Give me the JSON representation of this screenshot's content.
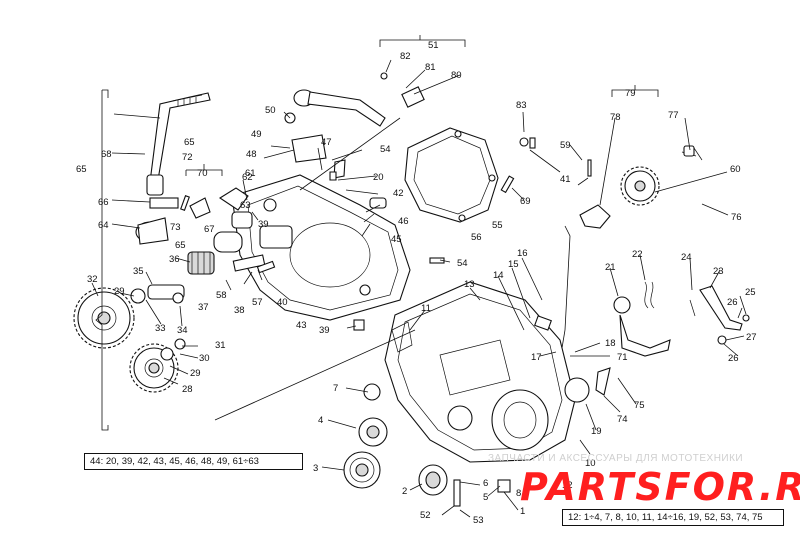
{
  "labels": {
    "l1": "1",
    "l2": "2",
    "l3": "3",
    "l4": "4",
    "l5": "5",
    "l6": "6",
    "l7": "7",
    "l8": "8",
    "l10": "10",
    "l11": "11",
    "l12": "12",
    "l13": "13",
    "l14": "14",
    "l15": "15",
    "l16": "16",
    "l17": "17",
    "l18": "18",
    "l19": "19",
    "l20": "20",
    "l21": "21",
    "l22": "22",
    "l23": "23",
    "l24": "24",
    "l25": "25",
    "l26a": "26",
    "l26b": "26",
    "l27": "27",
    "l28": "28",
    "l29a": "29",
    "l29b": "29",
    "l30": "30",
    "l31": "31",
    "l32": "32",
    "l33": "33",
    "l34": "34",
    "l35": "35",
    "l36": "36",
    "l37": "37",
    "l38": "38",
    "l39a": "39",
    "l39b": "39",
    "l40": "40",
    "l41": "41",
    "l42": "42",
    "l43": "43",
    "l45": "45",
    "l46": "46",
    "l47": "47",
    "l48": "48",
    "l49": "49",
    "l50": "50",
    "l51": "51",
    "l52": "52",
    "l53": "53",
    "l54a": "54",
    "l54b": "54",
    "l55": "55",
    "l56": "56",
    "l57": "57",
    "l58": "58",
    "l59": "59",
    "l60": "60",
    "l61": "61",
    "l62": "62",
    "l63": "63",
    "l64": "64",
    "l65a": "65",
    "l65b": "65",
    "l65c": "65",
    "l66": "66",
    "l67": "67",
    "l68": "68",
    "l69": "69",
    "l70": "70",
    "l71": "71",
    "l72": "72",
    "l73": "73",
    "l74": "74",
    "l75": "75",
    "l76": "76",
    "l77": "77",
    "l78": "78",
    "l79": "79",
    "l80": "80",
    "l81": "81",
    "l82": "82",
    "l83": "83"
  },
  "legend_left": "44: 20, 39, 42, 43, 45, 46, 48, 49, 61÷63",
  "legend_right": "12: 1÷4, 7, 8, 10, 11, 14÷16, 19, 52, 53, 74, 75",
  "watermark": {
    "tagline": "ЗАПЧАСТИ И АКСЕССУАРЫ ДЛЯ МОТОТЕХНИКИ",
    "logo": "PARTSFOR.RU",
    "logo_color": "#ff1f1f"
  }
}
